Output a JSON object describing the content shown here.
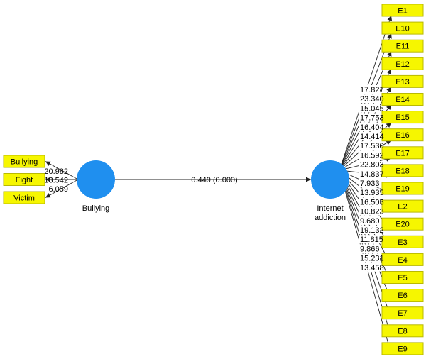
{
  "colors": {
    "latent_fill": "#1f8fef",
    "indicator_fill": "#f6f600",
    "indicator_stroke": "#b9b900",
    "line": "#222222"
  },
  "structural_path": {
    "label": "0.449 (0.000)"
  },
  "bullying": {
    "name": "Bullying",
    "indicators": [
      {
        "name": "Bullying",
        "loading": "20.982"
      },
      {
        "name": "Fight",
        "loading": "13.542"
      },
      {
        "name": "Victim",
        "loading": "6.059"
      }
    ]
  },
  "internet_addiction": {
    "name_line1": "Internet",
    "name_line2": "addiction",
    "indicators": [
      {
        "name": "E1",
        "loading": "17.827"
      },
      {
        "name": "E10",
        "loading": "23.340"
      },
      {
        "name": "E11",
        "loading": "15.045"
      },
      {
        "name": "E12",
        "loading": "17.753"
      },
      {
        "name": "E13",
        "loading": "16.404"
      },
      {
        "name": "E14",
        "loading": "14.414"
      },
      {
        "name": "E15",
        "loading": "17.530"
      },
      {
        "name": "E16",
        "loading": "16.592"
      },
      {
        "name": "E17",
        "loading": "22.803"
      },
      {
        "name": "E18",
        "loading": "14.837"
      },
      {
        "name": "E19",
        "loading": "7.933"
      },
      {
        "name": "E2",
        "loading": "13.935"
      },
      {
        "name": "E20",
        "loading": "16.505"
      },
      {
        "name": "E3",
        "loading": "10.823"
      },
      {
        "name": "E4",
        "loading": "9.680"
      },
      {
        "name": "E5",
        "loading": "19.132"
      },
      {
        "name": "E6",
        "loading": "11.815"
      },
      {
        "name": "E7",
        "loading": "9.866"
      },
      {
        "name": "E8",
        "loading": "15.231"
      },
      {
        "name": "E9",
        "loading": "13.458"
      }
    ]
  }
}
